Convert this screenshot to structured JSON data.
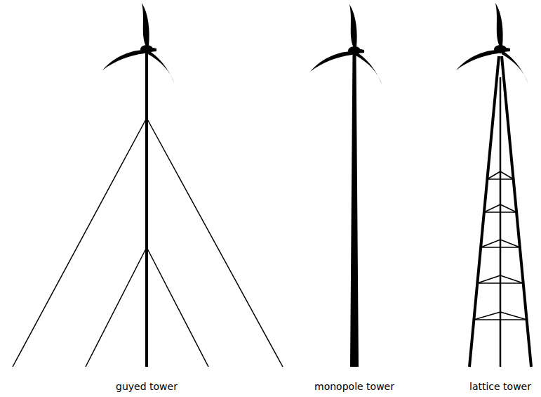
{
  "diagram": {
    "labels": [
      "guyed tower",
      "monopole tower",
      "lattice tower"
    ]
  }
}
